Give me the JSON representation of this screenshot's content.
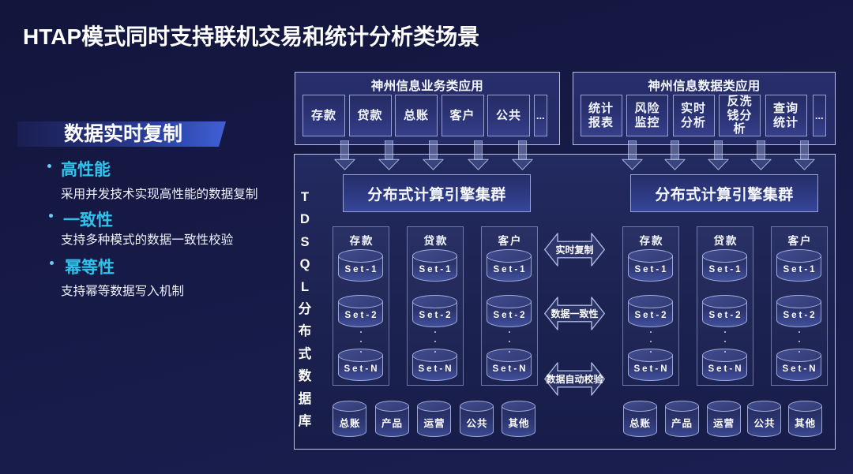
{
  "slide": {
    "title": "HTAP模式同时支持联机交易和统计分析类场景"
  },
  "left_panel": {
    "banner_label": "数据实时复制",
    "bullets": [
      {
        "heading": "高性能",
        "desc": "采用并发技术实现高性能的数据复制"
      },
      {
        "heading": "一致性",
        "desc": "支持多种模式的数据一致性校验"
      },
      {
        "heading": "幂等性",
        "desc": "支持幂等数据写入机制"
      }
    ]
  },
  "business_apps": {
    "title": "神州信息业务类应用",
    "items": [
      "存款",
      "贷款",
      "总账",
      "客户",
      "公共"
    ],
    "more": "..."
  },
  "data_apps": {
    "title": "神州信息数据类应用",
    "items": [
      "统计报表",
      "风险监控",
      "实时分析",
      "反洗钱分析",
      "查询统计"
    ],
    "more": "..."
  },
  "database": {
    "vertical_label": "TDSQL分布式数据库",
    "engine_label": "分布式计算引擎集群",
    "group_labels": [
      "存款",
      "贷款",
      "客户"
    ],
    "set_labels": [
      "Set-1",
      "Set-2",
      "Set-N"
    ],
    "bottom_labels": [
      "总账",
      "产品",
      "运营",
      "公共",
      "其他"
    ]
  },
  "sync_arrows": [
    {
      "label": "实时复制"
    },
    {
      "label": "数据一致性"
    },
    {
      "label": "数据自动校验"
    }
  ],
  "colors": {
    "accent_cyan": "#30c2ea",
    "background": "#161a46",
    "border_light": "#ccd4f2"
  }
}
